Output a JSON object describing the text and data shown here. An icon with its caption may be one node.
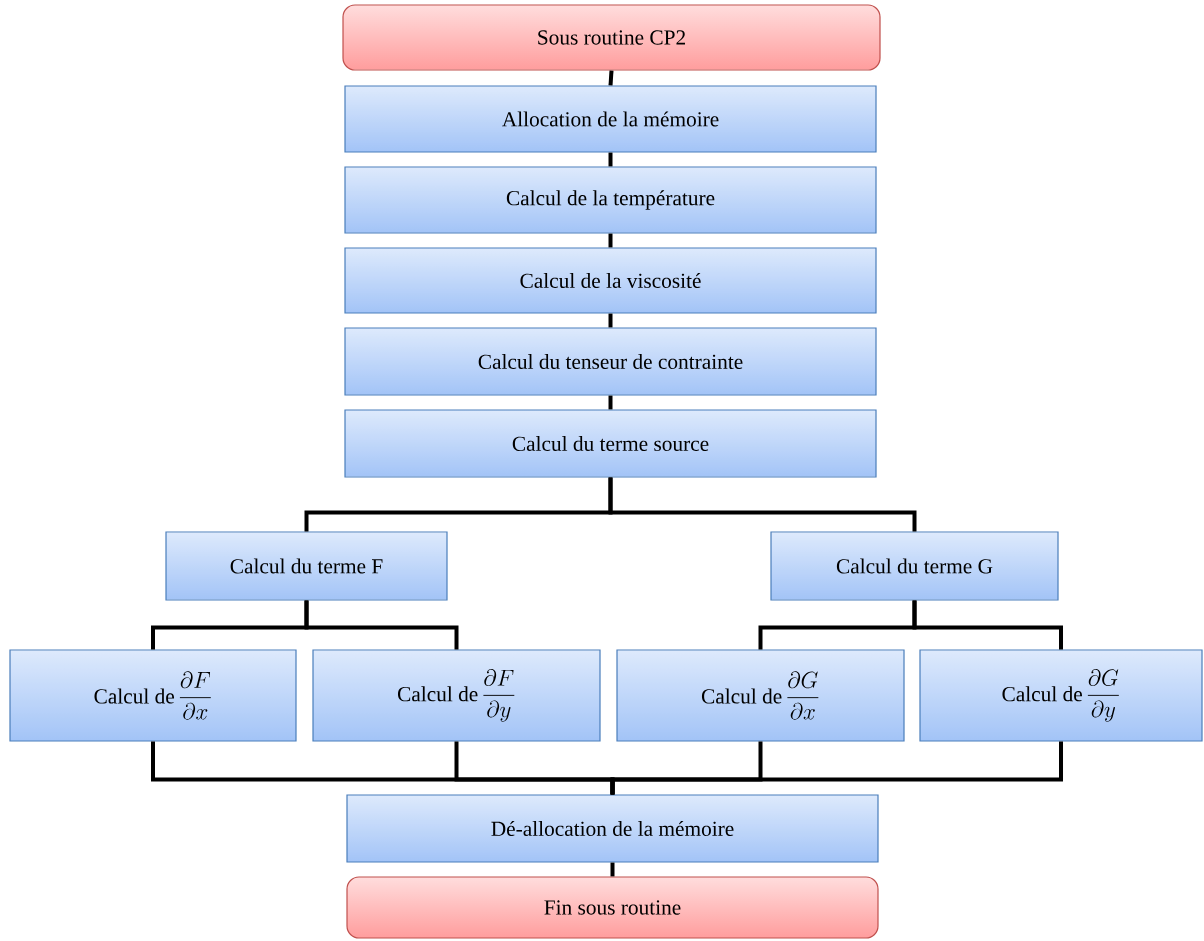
{
  "diagram": {
    "nodes": [
      {
        "text": [
          "Sous routine CP2"
        ]
      },
      {
        "text": [
          "Allocation de la mémoire"
        ]
      },
      {
        "text": [
          "Calcul de la température"
        ]
      },
      {
        "text": [
          "Calcul de la viscosité"
        ]
      },
      {
        "text": [
          "Calcul du tenseur de contrainte"
        ]
      },
      {
        "text": [
          "Calcul du terme source"
        ]
      },
      {
        "text": [
          "Calcul du terme F"
        ]
      },
      {
        "text": [
          "Calcul du terme G"
        ]
      },
      {
        "text": [
          "Calcul de",
          "\\frac{\\partial F}{\\partial x}"
        ]
      },
      {
        "text": [
          "Calcul de",
          "\\frac{\\partial F}{\\partial y}"
        ]
      },
      {
        "text": [
          "Calcul de",
          "\\frac{\\partial G}{\\partial x}"
        ]
      },
      {
        "text": [
          "Calcul de",
          "\\frac{\\partial G}{\\partial y}"
        ]
      },
      {
        "text": [
          "Dé-allocation de la mémoire"
        ]
      },
      {
        "text": [
          "Fin sous routine"
        ]
      }
    ],
    "edges": [
      {
        "from": 0,
        "to": 1,
        "arrow": "none"
      },
      {
        "from": 1,
        "to": 2,
        "arrow": "none"
      },
      {
        "from": 2,
        "to": 3,
        "arrow": "none"
      },
      {
        "from": 3,
        "to": 4,
        "arrow": "none"
      },
      {
        "from": 4,
        "to": 5,
        "arrow": "none"
      },
      {
        "from": 5,
        "to": 6,
        "arrow": "none"
      },
      {
        "from": 5,
        "to": 7,
        "arrow": "none"
      },
      {
        "from": 6,
        "to": 8,
        "arrow": "none"
      },
      {
        "from": 6,
        "to": 9,
        "arrow": "none"
      },
      {
        "from": 7,
        "to": 10,
        "arrow": "none"
      },
      {
        "from": 7,
        "to": 11,
        "arrow": "none"
      },
      {
        "from": 8,
        "to": 12,
        "arrow": "none"
      },
      {
        "from": 9,
        "to": 12,
        "arrow": "none"
      },
      {
        "from": 10,
        "to": 12,
        "arrow": "none"
      },
      {
        "from": 11,
        "to": 12,
        "arrow": "none"
      },
      {
        "from": 12,
        "to": 13,
        "arrow": "none"
      }
    ]
  }
}
